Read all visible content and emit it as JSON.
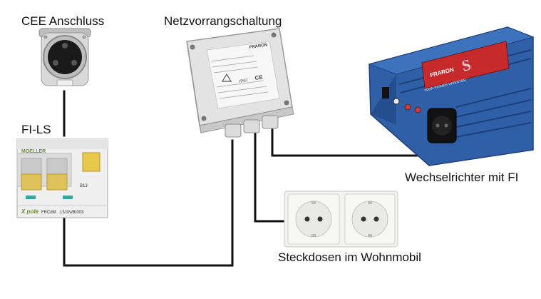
{
  "labels": {
    "cee": "CEE Anschluss",
    "netz": "Netzvorrangschaltung",
    "fils": "FI-LS",
    "inverter": "Wechselrichter mit FI",
    "sockets": "Steckdosen im Wohnmobil"
  },
  "device_text": {
    "fils_brand": "MOELLER",
    "fils_model": "B13",
    "fils_series": "X pole",
    "fils_type": "FRCdM",
    "fils_code": "13/1N/B/003",
    "box_brand": "FRARON",
    "box_ip": "IP67",
    "box_ce": "CE",
    "inv_brand": "FRARON",
    "inv_s": "S",
    "inv_model": "600W POWER INVERTER"
  },
  "colors": {
    "wire": "#111111",
    "inverter_blue": "#2f5fa6",
    "inverter_dark": "#1e3f7a",
    "box_grey": "#e6e6e6",
    "socket_white": "#f2f2f0",
    "breaker_yellow": "#e8c84a"
  }
}
